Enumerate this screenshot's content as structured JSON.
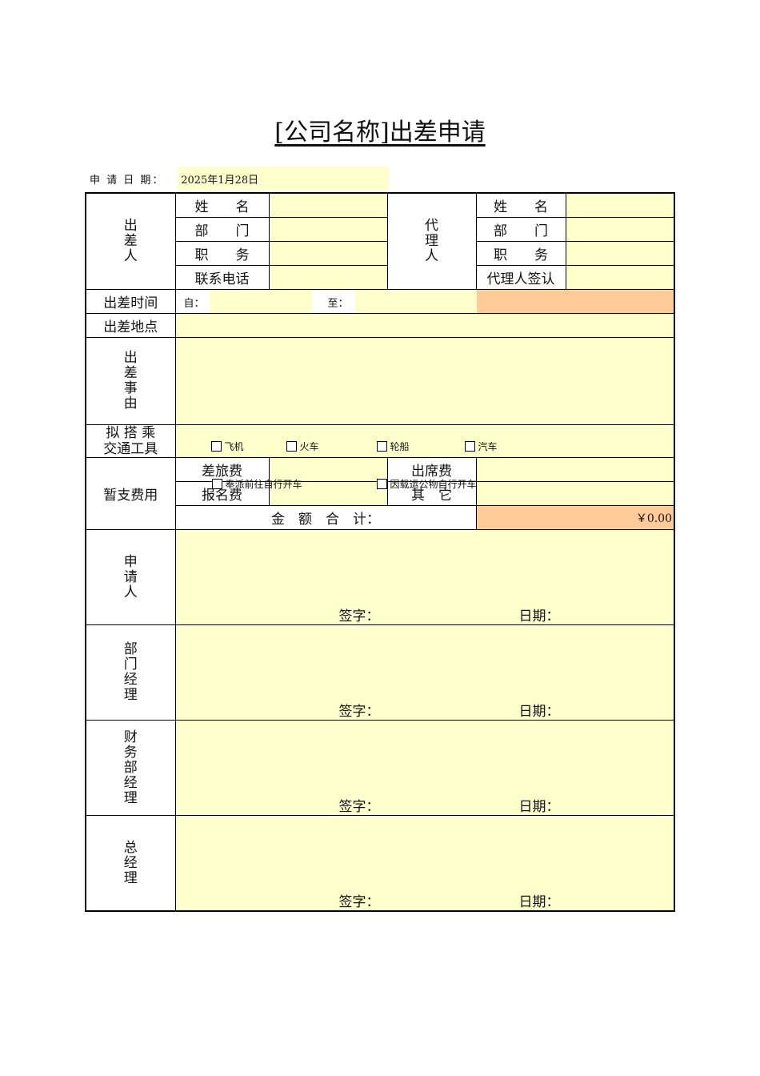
{
  "title": "[公司名称]出差申请",
  "apply_date": {
    "label": "申 请 日 期：",
    "value": "2025年1月28日"
  },
  "traveler": {
    "section_label": [
      "出",
      "差",
      "人"
    ],
    "name_label": "姓　　名",
    "dept_label": "部　　门",
    "position_label": "职　　务",
    "phone_label": "联系电话"
  },
  "agent": {
    "section_label": [
      "代",
      "理",
      "人"
    ],
    "name_label": "姓　　名",
    "dept_label": "部　　门",
    "position_label": "职　　务",
    "sign_label": "代理人签认"
  },
  "trip_time": {
    "label": "出差时间",
    "from_label": "自：",
    "to_label": "至："
  },
  "trip_place": {
    "label": "出差地点"
  },
  "trip_reason": {
    "label": [
      "出",
      "差",
      "事",
      "由"
    ]
  },
  "transport": {
    "label_line1": "拟 搭 乘",
    "label_line2": "交通工具",
    "options": [
      "飞机",
      "火车",
      "轮船",
      "汽车",
      "奉派前往自行开车",
      "因载运公物自行开车"
    ]
  },
  "advance": {
    "label": "暂支费用",
    "travel_fee_label": "差旅费",
    "attend_fee_label": "出席费",
    "register_fee_label": "报名费",
    "other_label": "其　它",
    "total_label": "金　额　合　计：",
    "total_value": "￥0.00"
  },
  "approvals": [
    {
      "label": [
        "申",
        "请",
        "人"
      ],
      "sign_label": "签字：",
      "date_label": "日期："
    },
    {
      "label": [
        "部",
        "门",
        "经",
        "理"
      ],
      "sign_label": "签字：",
      "date_label": "日期："
    },
    {
      "label": [
        "财",
        "务",
        "部",
        "经",
        "理"
      ],
      "sign_label": "签字：",
      "date_label": "日期："
    },
    {
      "label": [
        "总",
        "经",
        "理"
      ],
      "sign_label": "签字：",
      "date_label": "日期："
    }
  ]
}
